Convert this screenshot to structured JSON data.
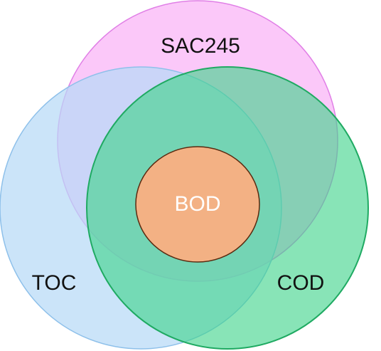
{
  "diagram": {
    "type": "venn",
    "sets": [
      {
        "id": "sac245",
        "label": "SAC245",
        "fill": "#f9b6f7",
        "stroke": "#e07fe6",
        "label_color": "#111111"
      },
      {
        "id": "toc",
        "label": "TOC",
        "fill": "#b7d9f7",
        "stroke": "#8ec0ea",
        "label_color": "#111111"
      },
      {
        "id": "cod",
        "label": "COD",
        "fill": "#3fd38a",
        "stroke": "#1faa62",
        "label_color": "#111111"
      },
      {
        "id": "bod",
        "label": "BOD",
        "fill": "#f3b184",
        "stroke": "#5a2a10",
        "label_color": "#ffffff"
      }
    ],
    "relationships": [
      "BOD is contained within SAC245, TOC and COD",
      "SAC245, TOC and COD overlap"
    ]
  }
}
